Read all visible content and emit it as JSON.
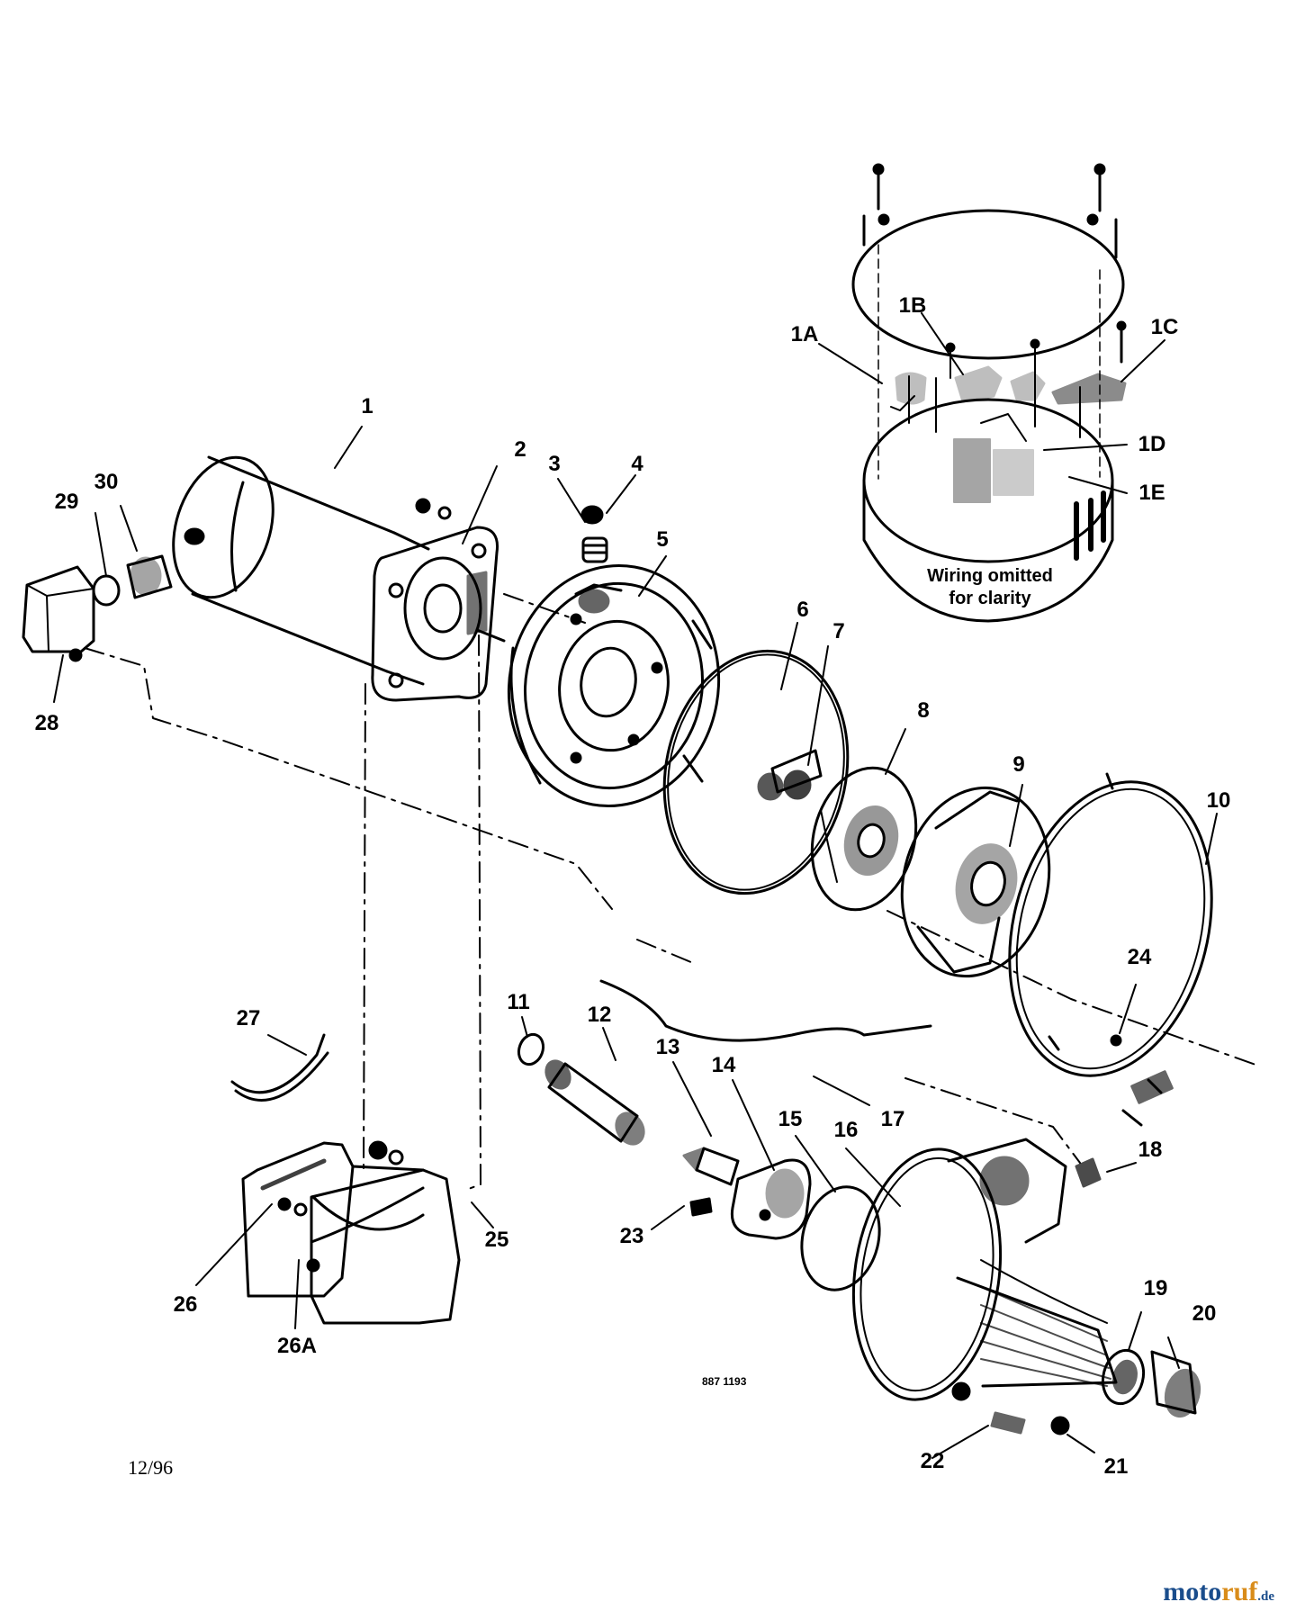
{
  "diagram": {
    "callouts": [
      {
        "id": "1",
        "label": "1"
      },
      {
        "id": "1A",
        "label": "1A"
      },
      {
        "id": "1B",
        "label": "1B"
      },
      {
        "id": "1C",
        "label": "1C"
      },
      {
        "id": "1D",
        "label": "1D"
      },
      {
        "id": "1E",
        "label": "1E"
      },
      {
        "id": "2",
        "label": "2"
      },
      {
        "id": "3",
        "label": "3"
      },
      {
        "id": "4",
        "label": "4"
      },
      {
        "id": "5",
        "label": "5"
      },
      {
        "id": "6",
        "label": "6"
      },
      {
        "id": "7",
        "label": "7"
      },
      {
        "id": "8",
        "label": "8"
      },
      {
        "id": "9",
        "label": "9"
      },
      {
        "id": "10",
        "label": "10"
      },
      {
        "id": "11",
        "label": "11"
      },
      {
        "id": "12",
        "label": "12"
      },
      {
        "id": "13",
        "label": "13"
      },
      {
        "id": "14",
        "label": "14"
      },
      {
        "id": "15",
        "label": "15"
      },
      {
        "id": "16",
        "label": "16"
      },
      {
        "id": "17",
        "label": "17"
      },
      {
        "id": "18",
        "label": "18"
      },
      {
        "id": "19",
        "label": "19"
      },
      {
        "id": "20",
        "label": "20"
      },
      {
        "id": "21",
        "label": "21"
      },
      {
        "id": "22",
        "label": "22"
      },
      {
        "id": "23",
        "label": "23"
      },
      {
        "id": "24",
        "label": "24"
      },
      {
        "id": "25",
        "label": "25"
      },
      {
        "id": "26",
        "label": "26"
      },
      {
        "id": "26A",
        "label": "26A"
      },
      {
        "id": "27",
        "label": "27"
      },
      {
        "id": "28",
        "label": "28"
      },
      {
        "id": "29",
        "label": "29"
      },
      {
        "id": "30",
        "label": "30"
      }
    ],
    "wiring_note_line1": "Wiring omitted",
    "wiring_note_line2": "for clarity",
    "drawing_number": "887 1193",
    "date_mark": "12/96"
  },
  "watermark": {
    "part1": "moto",
    "part2": "ruf",
    "part3": ".de"
  },
  "colors": {
    "ink": "#000000",
    "paper": "#ffffff",
    "brand_blue": "#1a4d8c",
    "brand_orange": "#d98c1a"
  }
}
